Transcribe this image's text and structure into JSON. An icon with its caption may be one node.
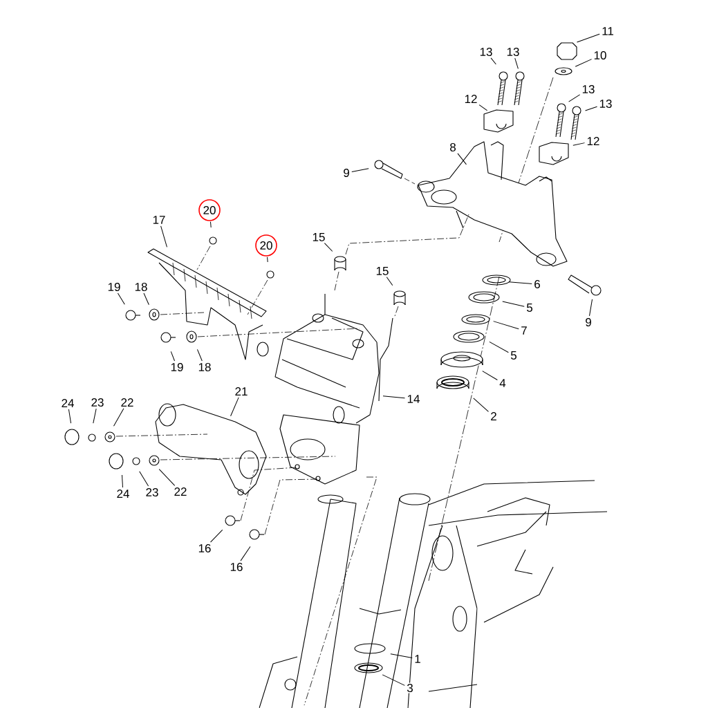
{
  "diagram": {
    "nodes": [
      {
        "text": [
          "11"
        ]
      },
      {
        "text": [
          "10"
        ]
      },
      {
        "text": [
          "13"
        ]
      },
      {
        "text": [
          "13"
        ]
      },
      {
        "text": [
          "12"
        ]
      },
      {
        "text": [
          "13"
        ]
      },
      {
        "text": [
          "13"
        ]
      },
      {
        "text": [
          "12"
        ]
      },
      {
        "text": [
          "8"
        ]
      },
      {
        "text": [
          "9"
        ]
      },
      {
        "text": [
          "17"
        ]
      },
      {
        "text": [
          "20"
        ]
      },
      {
        "text": [
          "20"
        ]
      },
      {
        "text": [
          "15"
        ]
      },
      {
        "text": [
          "15"
        ]
      },
      {
        "text": [
          "6"
        ]
      },
      {
        "text": [
          "9"
        ]
      },
      {
        "text": [
          "19"
        ]
      },
      {
        "text": [
          "18"
        ]
      },
      {
        "text": [
          "5"
        ]
      },
      {
        "text": [
          "7"
        ]
      },
      {
        "text": [
          "5"
        ]
      },
      {
        "text": [
          "19"
        ]
      },
      {
        "text": [
          "18"
        ]
      },
      {
        "text": [
          "4"
        ]
      },
      {
        "text": [
          "14"
        ]
      },
      {
        "text": [
          "2"
        ]
      },
      {
        "text": [
          "24"
        ]
      },
      {
        "text": [
          "23"
        ]
      },
      {
        "text": [
          "22"
        ]
      },
      {
        "text": [
          "21"
        ]
      },
      {
        "text": [
          "24"
        ]
      },
      {
        "text": [
          "23"
        ]
      },
      {
        "text": [
          "22"
        ]
      },
      {
        "text": [
          "16"
        ]
      },
      {
        "text": [
          "16"
        ]
      },
      {
        "text": [
          "1"
        ]
      },
      {
        "text": [
          "3"
        ]
      }
    ],
    "edges": [
      {
        "from": 0,
        "to": null,
        "arrow": "none"
      },
      {
        "from": 1,
        "to": null,
        "arrow": "none"
      },
      {
        "from": 2,
        "to": null,
        "arrow": "none"
      },
      {
        "from": 3,
        "to": null,
        "arrow": "none"
      },
      {
        "from": 4,
        "to": null,
        "arrow": "none"
      },
      {
        "from": 5,
        "to": null,
        "arrow": "none"
      },
      {
        "from": 6,
        "to": null,
        "arrow": "none"
      },
      {
        "from": 7,
        "to": null,
        "arrow": "none"
      },
      {
        "from": 8,
        "to": null,
        "arrow": "none"
      },
      {
        "from": 9,
        "to": null,
        "arrow": "none"
      },
      {
        "from": 10,
        "to": null,
        "arrow": "none"
      },
      {
        "from": 11,
        "to": null,
        "arrow": "none"
      },
      {
        "from": 12,
        "to": null,
        "arrow": "none"
      },
      {
        "from": 13,
        "to": null,
        "arrow": "none"
      },
      {
        "from": 14,
        "to": null,
        "arrow": "none"
      },
      {
        "from": 15,
        "to": null,
        "arrow": "none"
      },
      {
        "from": 16,
        "to": null,
        "arrow": "none"
      },
      {
        "from": 17,
        "to": null,
        "arrow": "none"
      },
      {
        "from": 18,
        "to": null,
        "arrow": "none"
      },
      {
        "from": 19,
        "to": null,
        "arrow": "none"
      },
      {
        "from": 20,
        "to": null,
        "arrow": "none"
      },
      {
        "from": 21,
        "to": null,
        "arrow": "none"
      },
      {
        "from": 22,
        "to": null,
        "arrow": "none"
      },
      {
        "from": 23,
        "to": null,
        "arrow": "none"
      },
      {
        "from": 24,
        "to": null,
        "arrow": "none"
      },
      {
        "from": 25,
        "to": null,
        "arrow": "none"
      },
      {
        "from": 26,
        "to": null,
        "arrow": "none"
      },
      {
        "from": 27,
        "to": null,
        "arrow": "none"
      },
      {
        "from": 28,
        "to": null,
        "arrow": "none"
      },
      {
        "from": 29,
        "to": null,
        "arrow": "none"
      },
      {
        "from": 30,
        "to": null,
        "arrow": "none"
      },
      {
        "from": 31,
        "to": null,
        "arrow": "none"
      },
      {
        "from": 32,
        "to": null,
        "arrow": "none"
      },
      {
        "from": 33,
        "to": null,
        "arrow": "none"
      },
      {
        "from": 34,
        "to": null,
        "arrow": "none"
      },
      {
        "from": 35,
        "to": null,
        "arrow": "none"
      },
      {
        "from": 36,
        "to": null,
        "arrow": "none"
      },
      {
        "from": 37,
        "to": null,
        "arrow": "none"
      }
    ]
  }
}
